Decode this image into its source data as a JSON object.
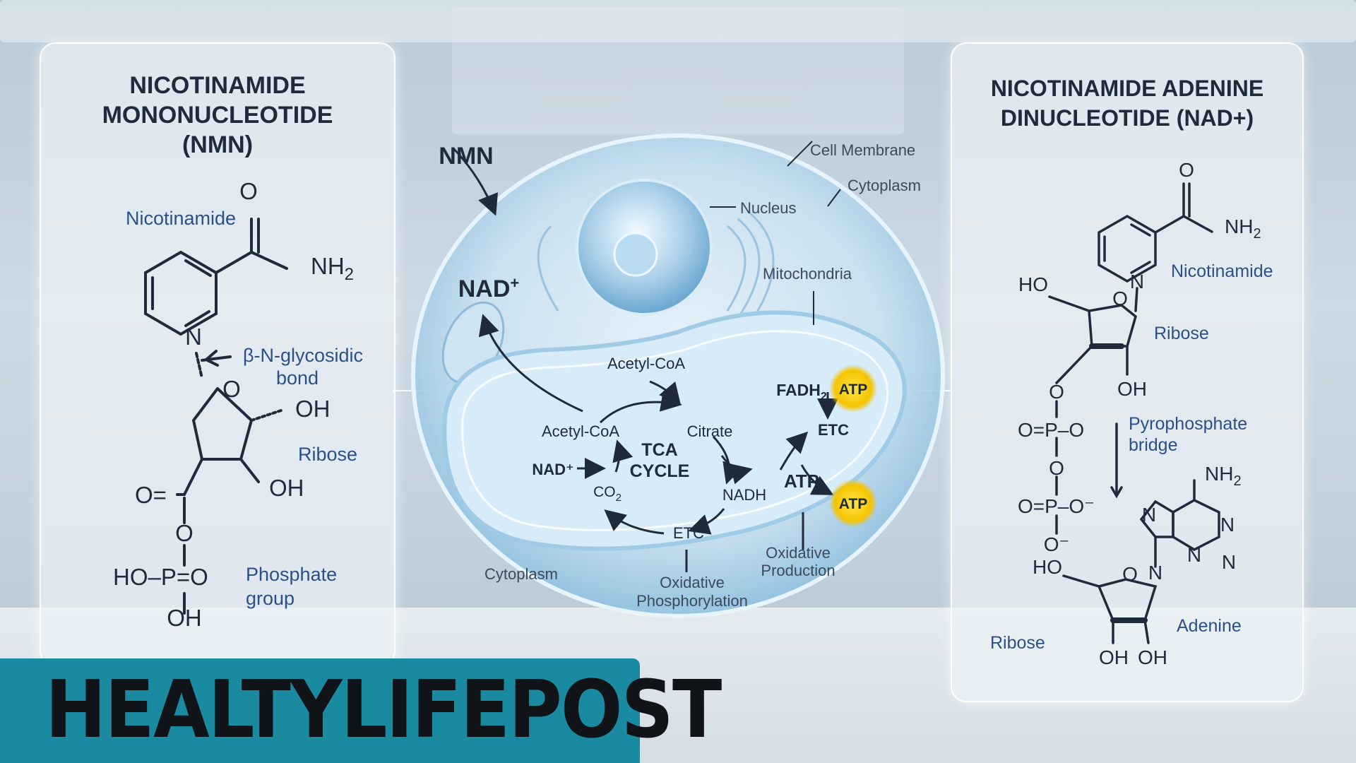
{
  "nmn_panel": {
    "title": "NICOTINAMIDE\nMONONUCLEOTIDE\n(NMN)",
    "labels": {
      "nicotinamide": "Nicotinamide",
      "o": "O",
      "nh2": "NH",
      "nh2_sub": "2",
      "n": "N",
      "bond_line1": "β-N-glycosidic",
      "bond_line2": "bond",
      "ring_o": "O",
      "oh1": "OH",
      "oh2": "OH",
      "ribose": "Ribose",
      "o_eq": "O=",
      "o_link": "O",
      "ho_p": "HO–P=O",
      "oh3": "OH",
      "phosphate_line1": "Phosphate",
      "phosphate_line2": "group"
    }
  },
  "cell": {
    "nmn": "NMN",
    "nad": "NAD",
    "nad_sup": "+",
    "cell_membrane": "Cell Membrane",
    "cytoplasm_top": "Cytoplasm",
    "nucleus": "Nucleus",
    "mitochondria": "Mitochondria",
    "acetyl_coa_top": "Acetyl-CoA",
    "acetyl_coa": "Acetyl-CoA",
    "citrate": "Citrate",
    "tca_line1": "TCA",
    "tca_line2": "CYCLE",
    "nad_in": "NAD⁺",
    "co2": "CO",
    "co2_sub": "2",
    "nadh": "NADH",
    "etc_bottom": "ETC",
    "atp_mid": "ATP",
    "fadh2": "FADH",
    "fadh2_sub": "2",
    "etc_right": "ETC",
    "atp_badge1": "ATP",
    "atp_badge2": "ATP",
    "cytoplasm_bottom": "Cytoplasm",
    "oxphos_line1": "Oxidative",
    "oxphos_line2": "Phosphorylation",
    "oxprod_line1": "Oxidative",
    "oxprod_line2": "Production"
  },
  "nad_panel": {
    "title": "NICOTINAMIDE ADENINE\nDINUCLEOTIDE (NAD+)",
    "labels": {
      "o_top": "O",
      "nh2": "NH",
      "nh2_sub": "2",
      "n_pyr": "N",
      "nicotinamide": "Nicotinamide",
      "ho1": "HO",
      "ring_o1": "O",
      "ribose1": "Ribose",
      "oh1": "OH",
      "o_a": "O",
      "p1": "O=P–O",
      "pyro_line1": "Pyrophosphate",
      "pyro_line2": "bridge",
      "o_b": "O",
      "p2": "O=P–O⁻",
      "o_minus": "O⁻",
      "nh2_ad": "NH",
      "nh2_ad_sub": "2",
      "n1": "N",
      "n2": "N",
      "n3": "N",
      "n4": "N",
      "n5": "N",
      "ho2": "HO",
      "ring_o2": "O",
      "ribose2": "Ribose",
      "adenine": "Adenine",
      "oh2": "OH",
      "oh3": "OH"
    }
  },
  "brand": {
    "name": "HEALTYLIFEPOST"
  },
  "colors": {
    "label_blue": "#2e4f86",
    "dark": "#1f2a3a",
    "atp_yellow": "#f5c400",
    "brand_teal": "#1a8aa1"
  }
}
